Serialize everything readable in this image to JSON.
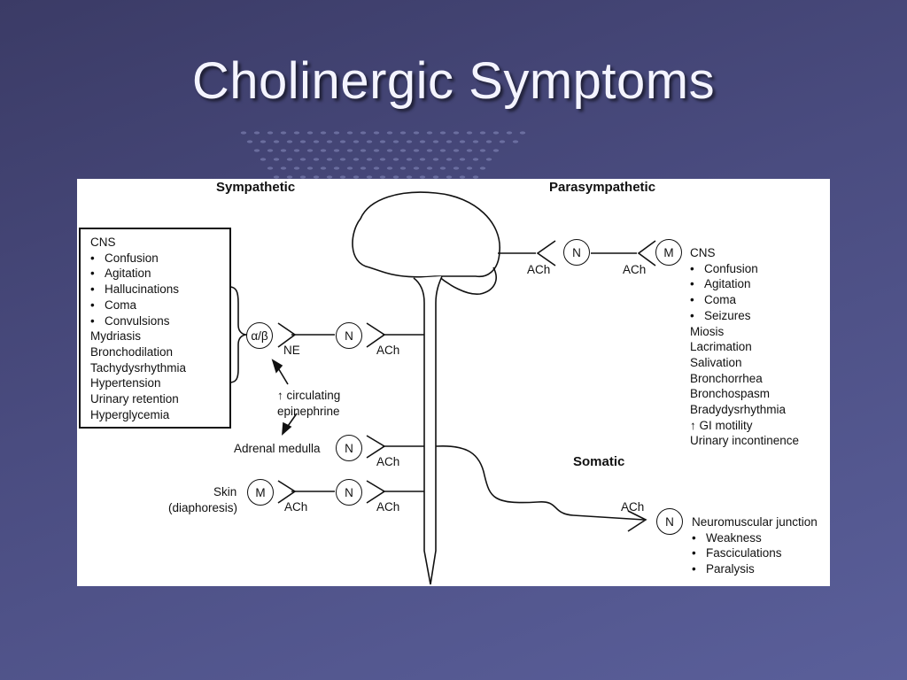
{
  "slide": {
    "title": "Cholinergic Symptoms"
  },
  "headings": {
    "sympathetic": "Sympathetic",
    "parasympathetic": "Parasympathetic",
    "somatic": "Somatic"
  },
  "receptors": {
    "alpha_beta": "α/β",
    "nicotinic": "N",
    "muscarinic": "M"
  },
  "transmitters": {
    "ne": "NE",
    "ach": "ACh"
  },
  "sympathetic_box": {
    "cns_header": "CNS",
    "cns_items": [
      "Confusion",
      "Agitation",
      "Hallucinations",
      "Coma",
      "Convulsions"
    ],
    "other_items": [
      "Mydriasis",
      "Bronchodilation",
      "Tachydysrhythmia",
      "Hypertension",
      "Urinary retention",
      "Hyperglycemia"
    ]
  },
  "circulating": {
    "line1": "↑ circulating",
    "line2": "epinephrine"
  },
  "adrenal": "Adrenal medulla",
  "skin": {
    "line1": "Skin",
    "line2": "(diaphoresis)"
  },
  "parasympathetic_list": {
    "cns_header": "CNS",
    "cns_items": [
      "Confusion",
      "Agitation",
      "Coma",
      "Seizures"
    ],
    "other_items": [
      "Miosis",
      "Lacrimation",
      "Salivation",
      "Bronchorrhea",
      "Bronchospasm",
      "Bradydysrhythmia",
      "↑ GI motility",
      "Urinary incontinence"
    ]
  },
  "somatic_list": {
    "header": "Neuromuscular junction",
    "items": [
      "Weakness",
      "Fasciculations",
      "Paralysis"
    ]
  },
  "colors": {
    "background": "#4a4c80",
    "title": "#f4f4ff",
    "panel": "#ffffff",
    "ink": "#111111"
  }
}
